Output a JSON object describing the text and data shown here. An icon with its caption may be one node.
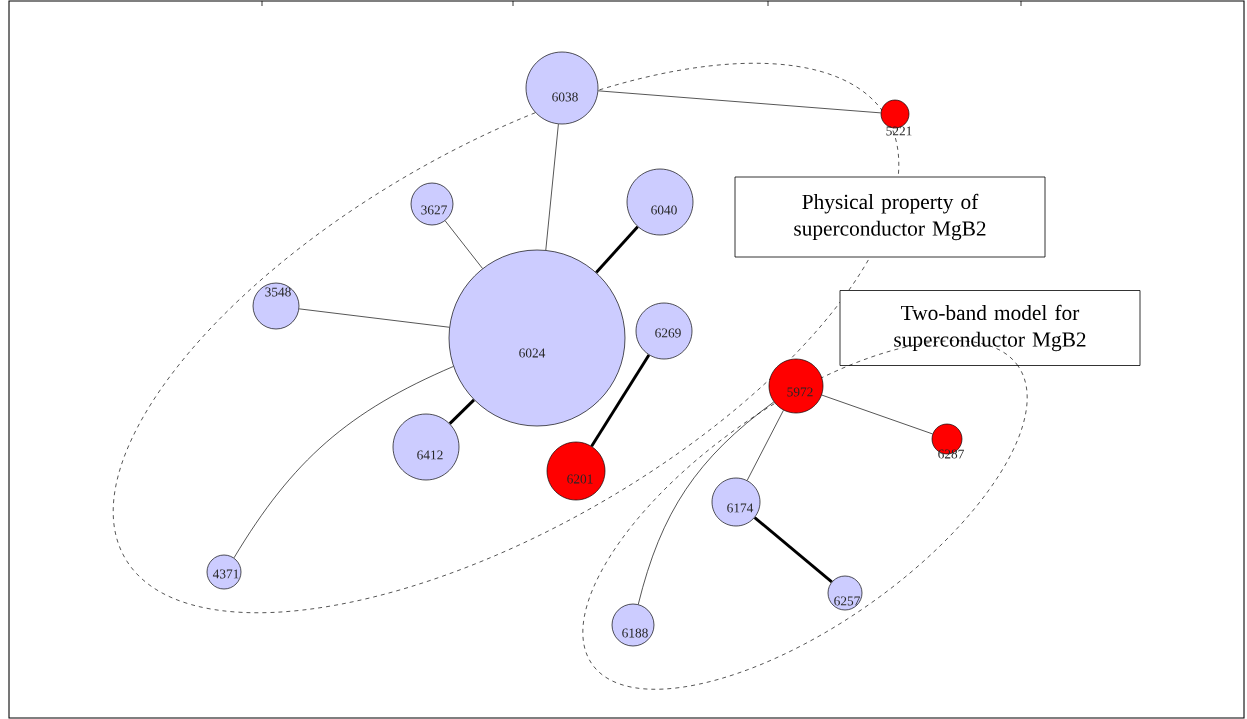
{
  "diagram": {
    "nodes": [
      {
        "text": [],
        "shape": "ellipse"
      },
      {
        "text": [
          "6038"
        ]
      },
      {
        "text": [
          "5221"
        ]
      },
      {
        "text": [
          "3627"
        ],
        "in": 0
      },
      {
        "text": [
          "6040"
        ],
        "in": 0
      },
      {
        "text": [
          "Physical property of superconductor MgB2"
        ]
      },
      {
        "text": [
          "3548"
        ],
        "in": 0
      },
      {
        "text": [
          "6024"
        ],
        "in": 0
      },
      {
        "text": [
          "Two-band model for superconductor MgB2"
        ]
      },
      {
        "text": [
          "6269"
        ],
        "in": 0
      },
      {
        "text": [],
        "shape": "ellipse"
      },
      {
        "text": [
          "5972"
        ]
      },
      {
        "text": [
          "6287"
        ],
        "in": 10
      },
      {
        "text": [
          "6412"
        ],
        "in": 0
      },
      {
        "text": [
          "6201"
        ],
        "in": 0
      },
      {
        "text": [
          "6174"
        ],
        "in": 10
      },
      {
        "text": [
          "4371"
        ],
        "in": 0
      },
      {
        "text": [
          "6257"
        ],
        "in": 10
      },
      {
        "text": [
          "6188"
        ],
        "in": 10
      }
    ],
    "edges": [
      {
        "from": 7,
        "to": 1,
        "arrow": "none"
      },
      {
        "from": 1,
        "to": 2,
        "arrow": "none"
      },
      {
        "from": 7,
        "to": 3,
        "arrow": "none"
      },
      {
        "from": 7,
        "to": 4,
        "arrow": "none",
        "style": "thick"
      },
      {
        "from": 7,
        "to": 6,
        "arrow": "none"
      },
      {
        "from": 7,
        "to": 13,
        "arrow": "none",
        "style": "thick"
      },
      {
        "from": 7,
        "to": 16,
        "arrow": "none"
      },
      {
        "from": 9,
        "to": 14,
        "arrow": "none",
        "style": "thick"
      },
      {
        "from": 11,
        "to": 12,
        "arrow": "none"
      },
      {
        "from": 11,
        "to": 15,
        "arrow": "none"
      },
      {
        "from": 11,
        "to": 18,
        "arrow": "none"
      },
      {
        "from": 15,
        "to": 17,
        "arrow": "none",
        "style": "thick"
      }
    ]
  }
}
